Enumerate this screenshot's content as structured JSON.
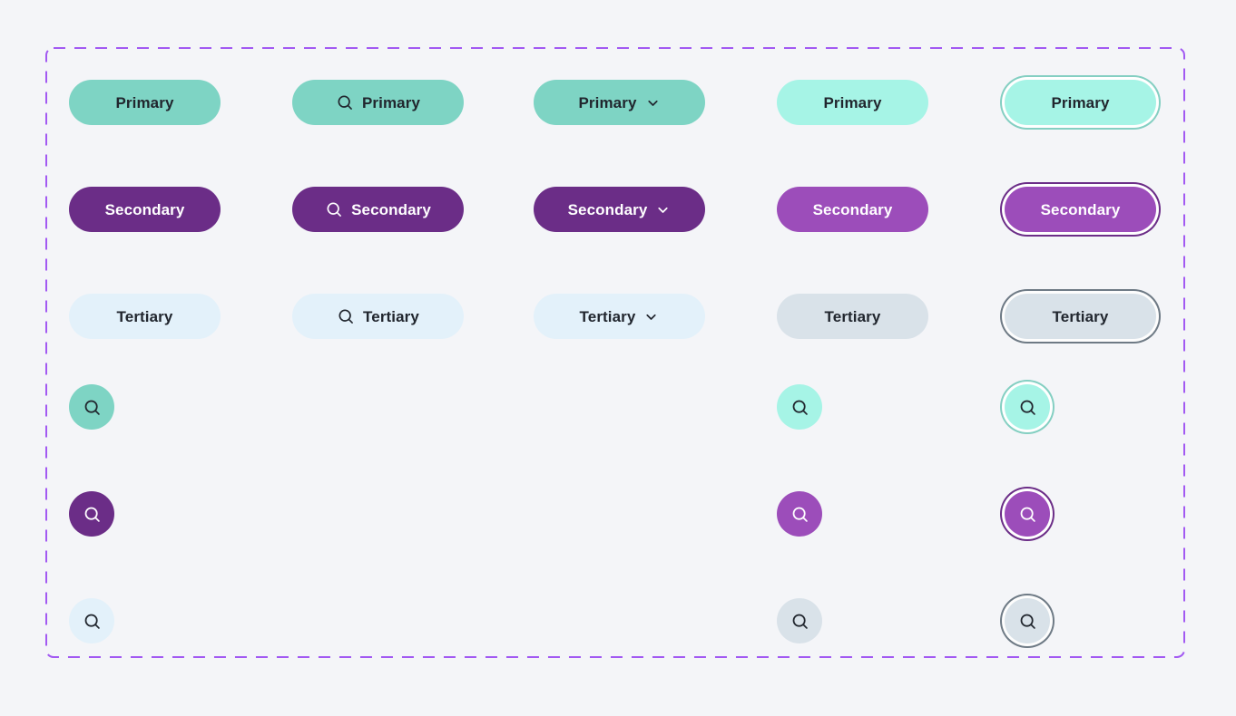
{
  "canvas": {
    "background": "#f4f5f8",
    "frame_border_color": "#a259f2"
  },
  "labels": {
    "primary": "Primary",
    "secondary": "Secondary",
    "tertiary": "Tertiary"
  },
  "icons": {
    "search": "search-icon",
    "chevron": "chevron-down-icon"
  },
  "colors": {
    "primary": {
      "base": "#7ed4c4",
      "hover": "#a6f4e6",
      "focus_ring": "#84cfc2",
      "text": "#21262e"
    },
    "secondary": {
      "base": "#6b2d87",
      "hover": "#9c4dba",
      "focus_ring": "#6b2d87",
      "text": "#ffffff"
    },
    "tertiary": {
      "base": "#e3f1fa",
      "hover": "#d9e2e9",
      "focus_ring": "#6e7a85",
      "text": "#21262e"
    },
    "focus_gap": "#ffffff"
  }
}
